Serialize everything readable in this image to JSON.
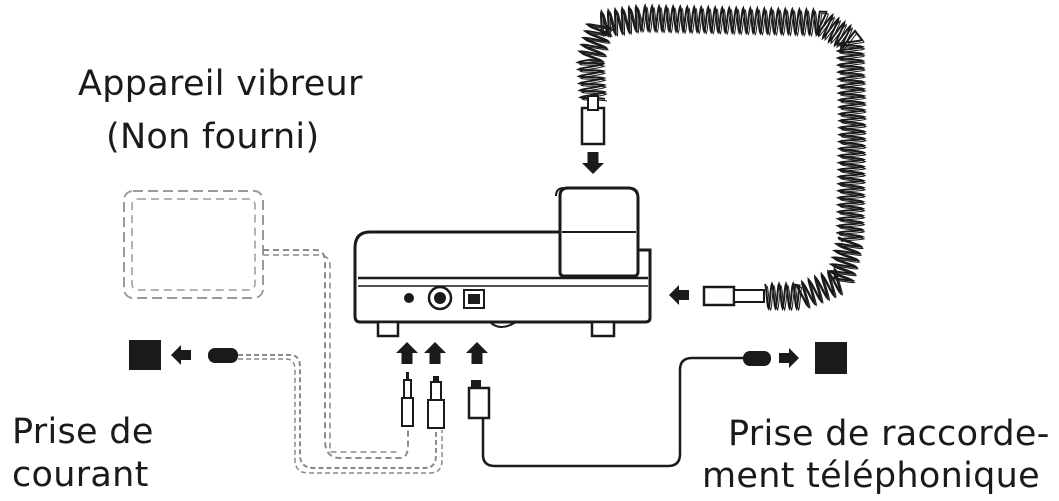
{
  "labels": {
    "vibrator_line1": "Appareil vibreur",
    "vibrator_line2": "(Non fourni)",
    "power_line1": "Prise de",
    "power_line2": "courant",
    "phone_line1": "Prise de raccorde-",
    "phone_line2": "ment téléphonique"
  },
  "colors": {
    "ink": "#1a1a1a",
    "dashed": "#888888",
    "background": "#ffffff"
  },
  "icons": {
    "arrow": "bold-arrow-icon",
    "wall_socket": "square-socket-icon"
  }
}
